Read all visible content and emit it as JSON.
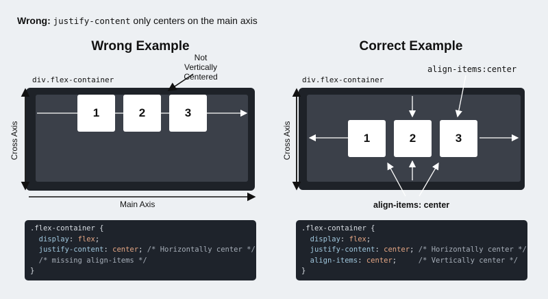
{
  "title": {
    "bold": "Wrong:",
    "code": "justify-content",
    "rest": " only centers on the main axis"
  },
  "wrong": {
    "heading": "Wrong Example",
    "annotation": "Not Vertically Centered",
    "container_label": "div.flex-container",
    "items": [
      "1",
      "2",
      "3"
    ],
    "cross_axis": "Cross Axis",
    "main_axis": "Main Axis",
    "code": {
      "l1": ".flex-container {",
      "p2": "display",
      "v2": "flex",
      "p3": "justify-content",
      "v3": "center",
      "c3": "/* Horizontally center */",
      "c4": "/* missing align-items */",
      "l5": "}"
    }
  },
  "correct": {
    "heading": "Correct Example",
    "annotation_top": "align-items:center",
    "container_label": "div.flex-container",
    "items": [
      "1",
      "2",
      "3"
    ],
    "cross_axis": "Cross Axis",
    "annotation_bottom": "align-items: center",
    "code": {
      "l1": ".flex-container {",
      "p2": "display",
      "v2": "flex",
      "p3": "justify-content",
      "v3": "center",
      "c3": "/* Horizontally center */",
      "p4": "align-items",
      "v4": "center",
      "c4": "/* Vertically center */",
      "l5": "}"
    }
  }
}
